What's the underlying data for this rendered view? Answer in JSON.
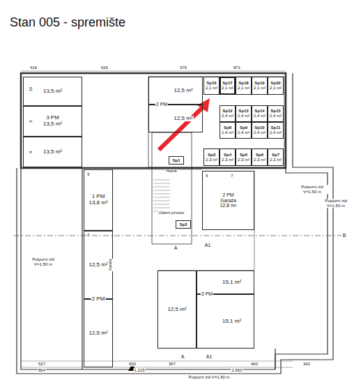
{
  "diagram": {
    "title": "Stan 005 - spremište",
    "nodes": [
      {
        "text": [
          "13,5 m²"
        ]
      },
      {
        "text": [
          "3 PM",
          "13,5 m²"
        ]
      },
      {
        "text": [
          "13,5 m²"
        ]
      },
      {
        "text": [
          "12,5 m²"
        ]
      },
      {
        "text": [
          "12,5 m²"
        ]
      },
      {
        "text": [
          "Sp16",
          "2,1 m²"
        ]
      },
      {
        "text": [
          "Sp17",
          "2,1 m²"
        ]
      },
      {
        "text": [
          "Sp18",
          "2,1 m²"
        ]
      },
      {
        "text": [
          "Sp19",
          "2,1 m²"
        ]
      },
      {
        "text": [
          "Sp20",
          "2,1 m²"
        ]
      },
      {
        "text": [
          "Sp12",
          "2,4 m²"
        ]
      },
      {
        "text": [
          "Sp13",
          "2,4 m²"
        ]
      },
      {
        "text": [
          "Sp14",
          "2,4 m²"
        ]
      },
      {
        "text": [
          "Sp15",
          "2,4 m²"
        ]
      },
      {
        "text": [
          "Sp8",
          "2,4 m²"
        ]
      },
      {
        "text": [
          "Sp9",
          "2,4 m²"
        ]
      },
      {
        "text": [
          "Sp10",
          "2,4 m²"
        ]
      },
      {
        "text": [
          "Sp11",
          "2,4 m²"
        ]
      },
      {
        "text": [
          "Sp3",
          "2,3 m²"
        ]
      },
      {
        "text": [
          "Sp4",
          "2,3 m²"
        ]
      },
      {
        "text": [
          "Sp5",
          "2,3 m²"
        ]
      },
      {
        "text": [
          "Sp6",
          "2,3 m²"
        ]
      },
      {
        "text": [
          "Sp7",
          "2,3 m²"
        ]
      },
      {
        "text": [
          "Sp1"
        ]
      },
      {
        "text": [
          "Sp2"
        ]
      },
      {
        "text": [
          "2 PM",
          "Garaža",
          "12,8 m²"
        ]
      },
      {
        "text": [
          "1 PM",
          "13,8 m²"
        ]
      },
      {
        "text": [
          "12,5 m²"
        ]
      },
      {
        "text": [
          "12,5 m²"
        ]
      },
      {
        "text": [
          "12,5 m²"
        ]
      },
      {
        "text": [
          "15,1 m²"
        ]
      },
      {
        "text": [
          "15,1 m²"
        ]
      }
    ],
    "labels": [
      "416",
      "626",
      "375",
      "871",
      "10",
      "9",
      "8",
      "2 PM",
      "6",
      "7",
      "5",
      "0",
      "2 PM",
      "Garaža",
      "3 PM",
      "Ulazni prostor",
      "Hodnik",
      "Potporni zid V=1,50 m",
      "Potporni zid V=1,50 m",
      "Potporni zid V=1,50 m",
      "Potporni zid V=1,50 m",
      "A",
      "A1",
      "B",
      "A",
      "A1",
      "527",
      "600",
      "367",
      "460",
      "342",
      "864",
      "1.215",
      "2.650"
    ]
  }
}
